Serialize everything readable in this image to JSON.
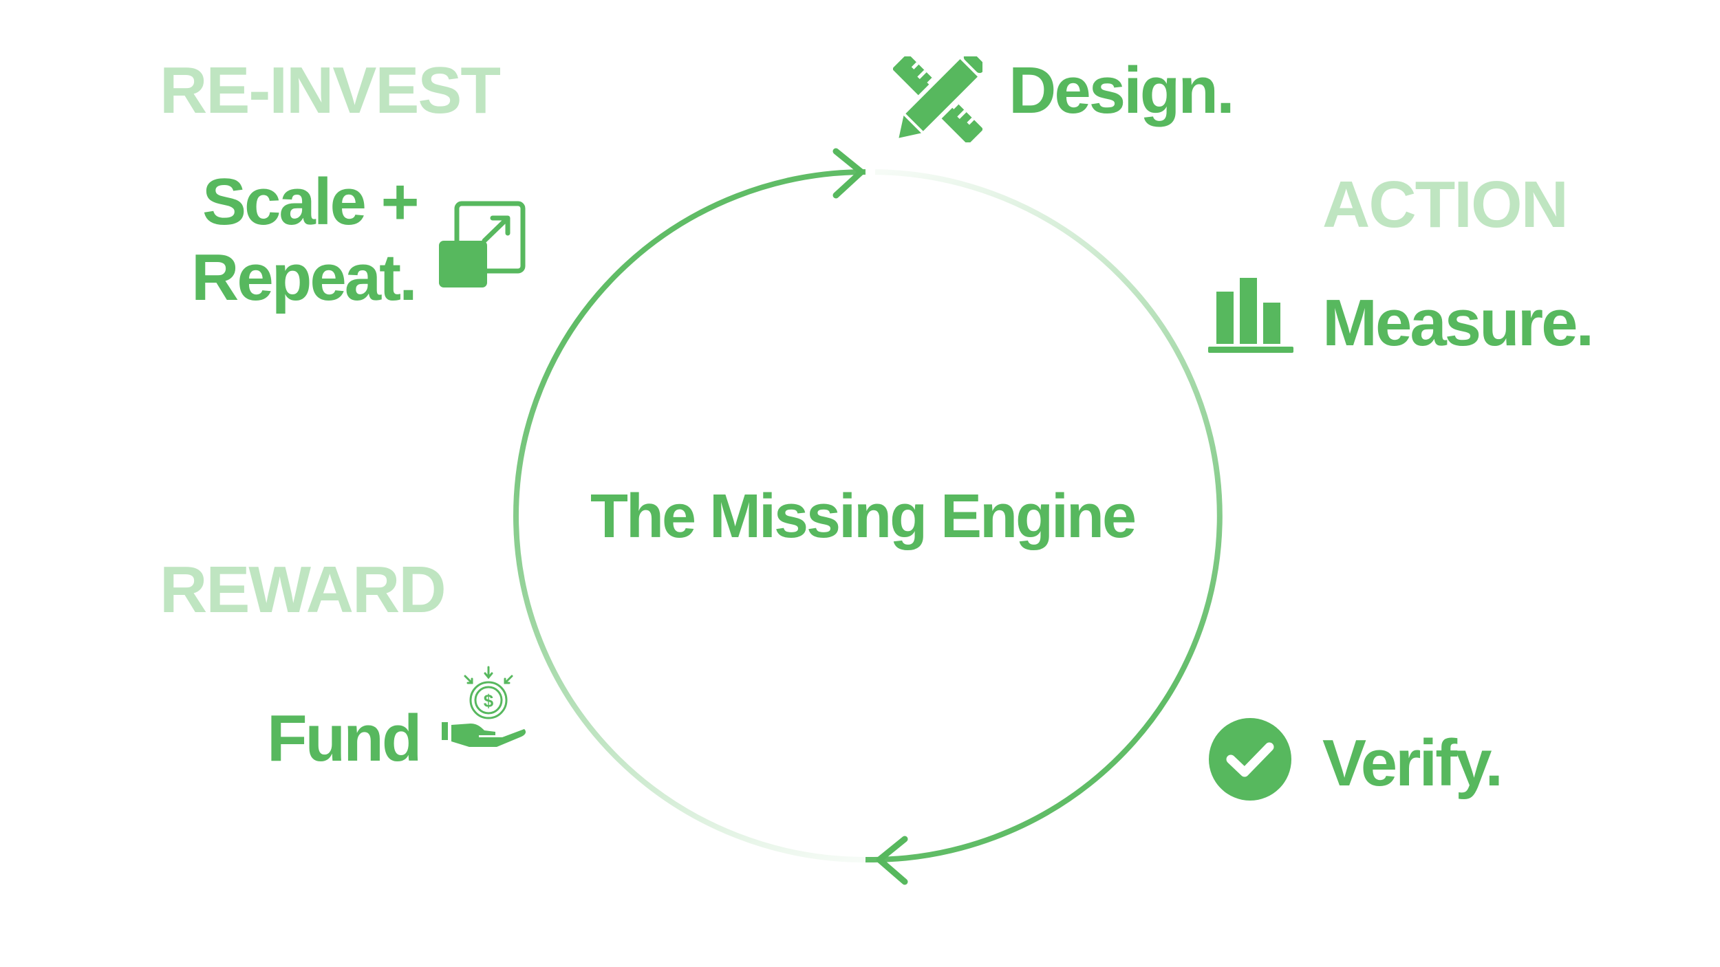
{
  "diagram": {
    "center_title": "The Missing Engine",
    "sections": {
      "reinvest": "RE-INVEST",
      "action": "ACTION",
      "reward": "REWARD"
    },
    "steps": {
      "design": "Design.",
      "measure": "Measure.",
      "verify": "Verify.",
      "fund": "Fund",
      "scale_line1": "Scale +",
      "scale_line2": "Repeat."
    },
    "icons": {
      "design": "pencil-ruler-icon",
      "measure": "bar-chart-icon",
      "verify": "check-circle-icon",
      "fund": "hand-coin-icon",
      "scale": "expand-icon"
    }
  },
  "colors": {
    "primary": "#57b85e",
    "light": "#bfe5c1",
    "white": "#ffffff"
  }
}
